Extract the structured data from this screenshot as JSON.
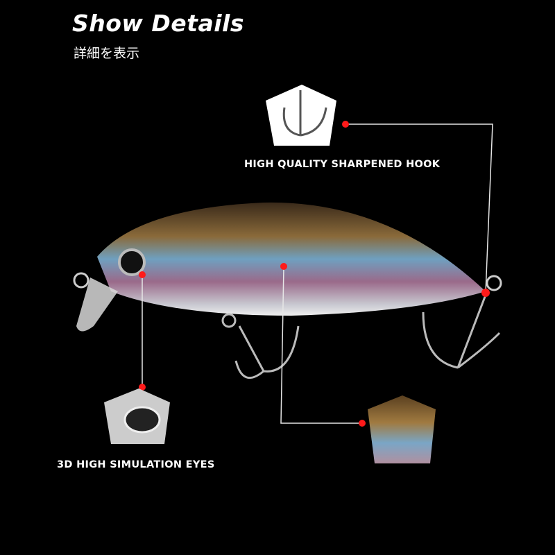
{
  "header": {
    "title": "Show Details",
    "subtitle": "詳細を表示"
  },
  "callouts": {
    "hook": "HIGH QUALITY SHARPENED HOOK",
    "eyes": "3D HIGH SIMULATION EYES"
  },
  "colors": {
    "background": "#000000",
    "marker": "#ff1a1a",
    "leader_line": "#e6e6e6",
    "text": "#ffffff"
  }
}
